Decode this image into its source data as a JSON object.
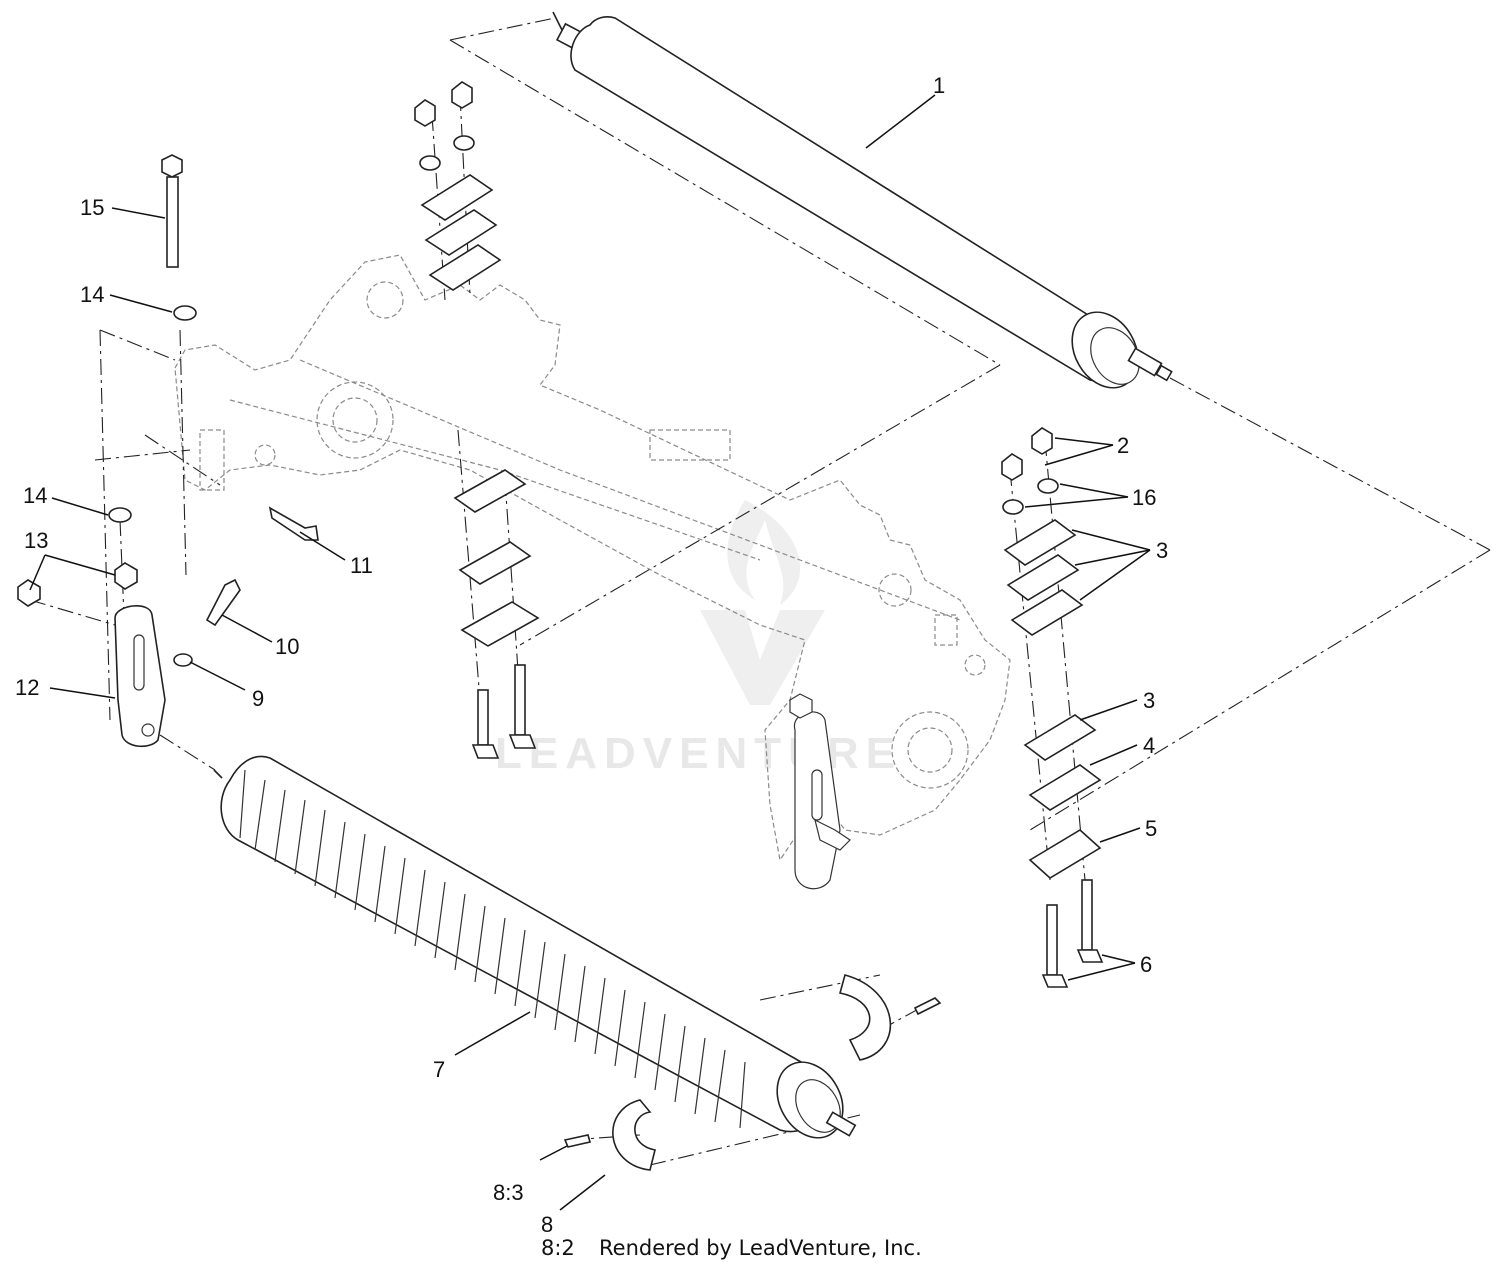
{
  "diagram": {
    "callouts": {
      "c1": "1",
      "c2": "2",
      "c3a": "3",
      "c3b": "3",
      "c4": "4",
      "c5": "5",
      "c6": "6",
      "c7": "7",
      "c8": "8",
      "c8_3": "8:3",
      "c9": "9",
      "c10": "10",
      "c11": "11",
      "c12": "12",
      "c13": "13",
      "c14a": "14",
      "c14b": "14",
      "c15": "15",
      "c16": "16"
    },
    "footer": {
      "ref": "8:2",
      "credit": "Rendered by LeadVenture, Inc."
    },
    "watermark": "LEADVENTURE"
  }
}
